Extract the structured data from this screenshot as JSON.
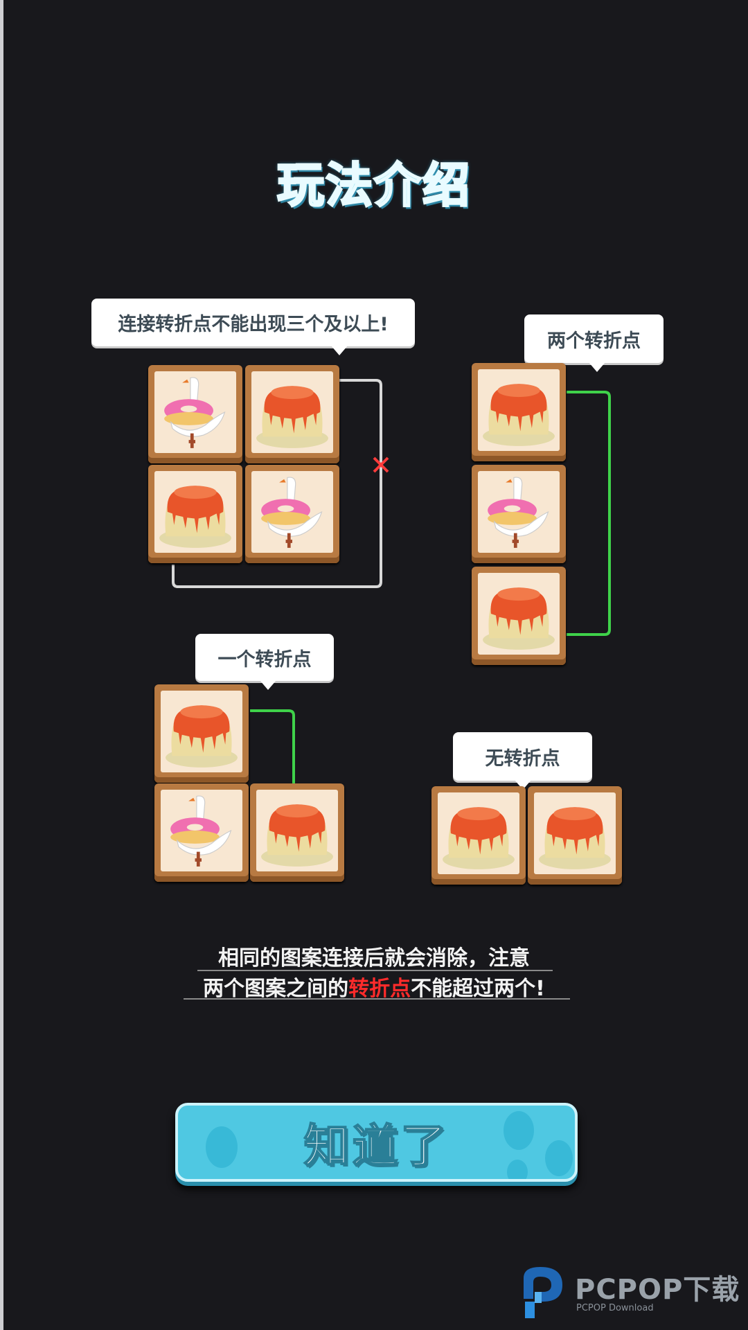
{
  "title": "玩法介绍",
  "examples": {
    "invalid": {
      "caption": "连接转折点不能出现三个及以上!",
      "line_color": "#d8d8d8",
      "mark_color": "#ff3b3b"
    },
    "two_turns": {
      "caption": "两个转折点",
      "line_color": "#3fd24a"
    },
    "one_turn": {
      "caption": "一个转折点",
      "line_color": "#3fd24a"
    },
    "no_turn": {
      "caption": "无转折点"
    }
  },
  "rule": {
    "line1": "相同的图案连接后就会消除，注意",
    "line2_prefix": "两个图案之间的",
    "line2_highlight": "转折点",
    "line2_suffix": "不能超过两个!",
    "highlight_color": "#ff2b2b"
  },
  "confirm_button": {
    "label": "知道了",
    "color": "#4fc8e2"
  },
  "watermark": {
    "brand": "PCPOP下载",
    "sub": "PCPOP Download"
  },
  "tile_icons": [
    "flan-icon",
    "goose-donut-icon"
  ]
}
